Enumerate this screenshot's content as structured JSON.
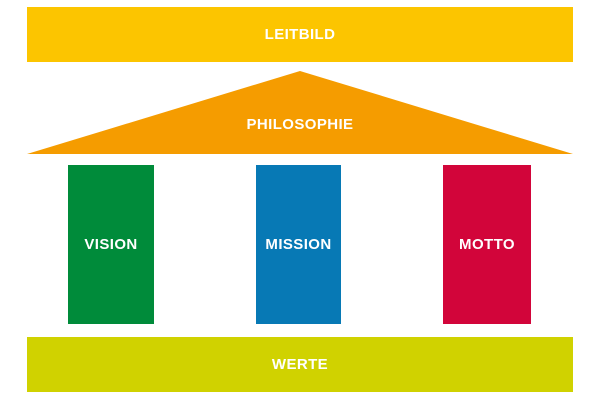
{
  "diagram": {
    "background_color": "#FFFFFF",
    "text_color": "#FFFFFF",
    "top_bar": {
      "label": "LEITBILD",
      "color": "#FCC500"
    },
    "roof": {
      "label": "PHILOSOPHIE",
      "color": "#F59C00"
    },
    "pillars": [
      {
        "name": "vision",
        "label": "VISION",
        "color": "#008B3A"
      },
      {
        "name": "mission",
        "label": "MISSION",
        "color": "#0779B5"
      },
      {
        "name": "motto",
        "label": "MOTTO",
        "color": "#D2053A"
      }
    ],
    "base_bar": {
      "label": "WERTE",
      "color": "#D0D200"
    }
  }
}
